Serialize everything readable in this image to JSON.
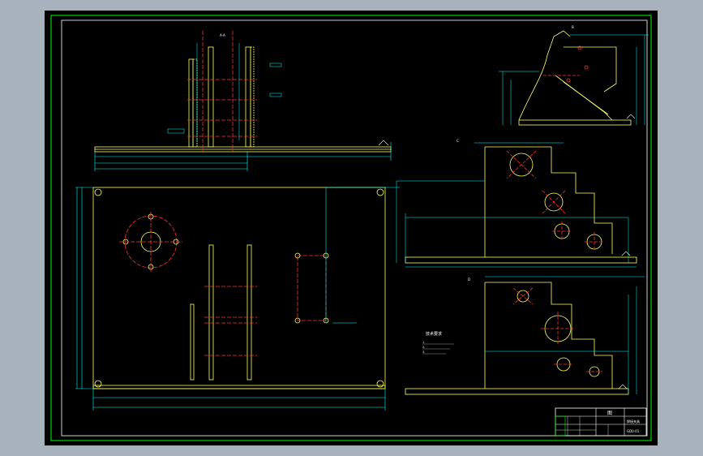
{
  "drawing": {
    "colors": {
      "background": "#000000",
      "frame": "#00ff00",
      "geometry": "#ffff66",
      "dimension": "#00ffff",
      "center_line": "#ff3333",
      "text": "#ffffff"
    },
    "title_block": {
      "title": "图",
      "subtitle": "焊接夹具",
      "drawing_no": "GD0-01"
    },
    "notes": {
      "heading": "技术要求",
      "lines": [
        "1.",
        "2.",
        "3."
      ]
    },
    "view_labels": [
      "A-A",
      "B",
      "C",
      "D"
    ]
  }
}
